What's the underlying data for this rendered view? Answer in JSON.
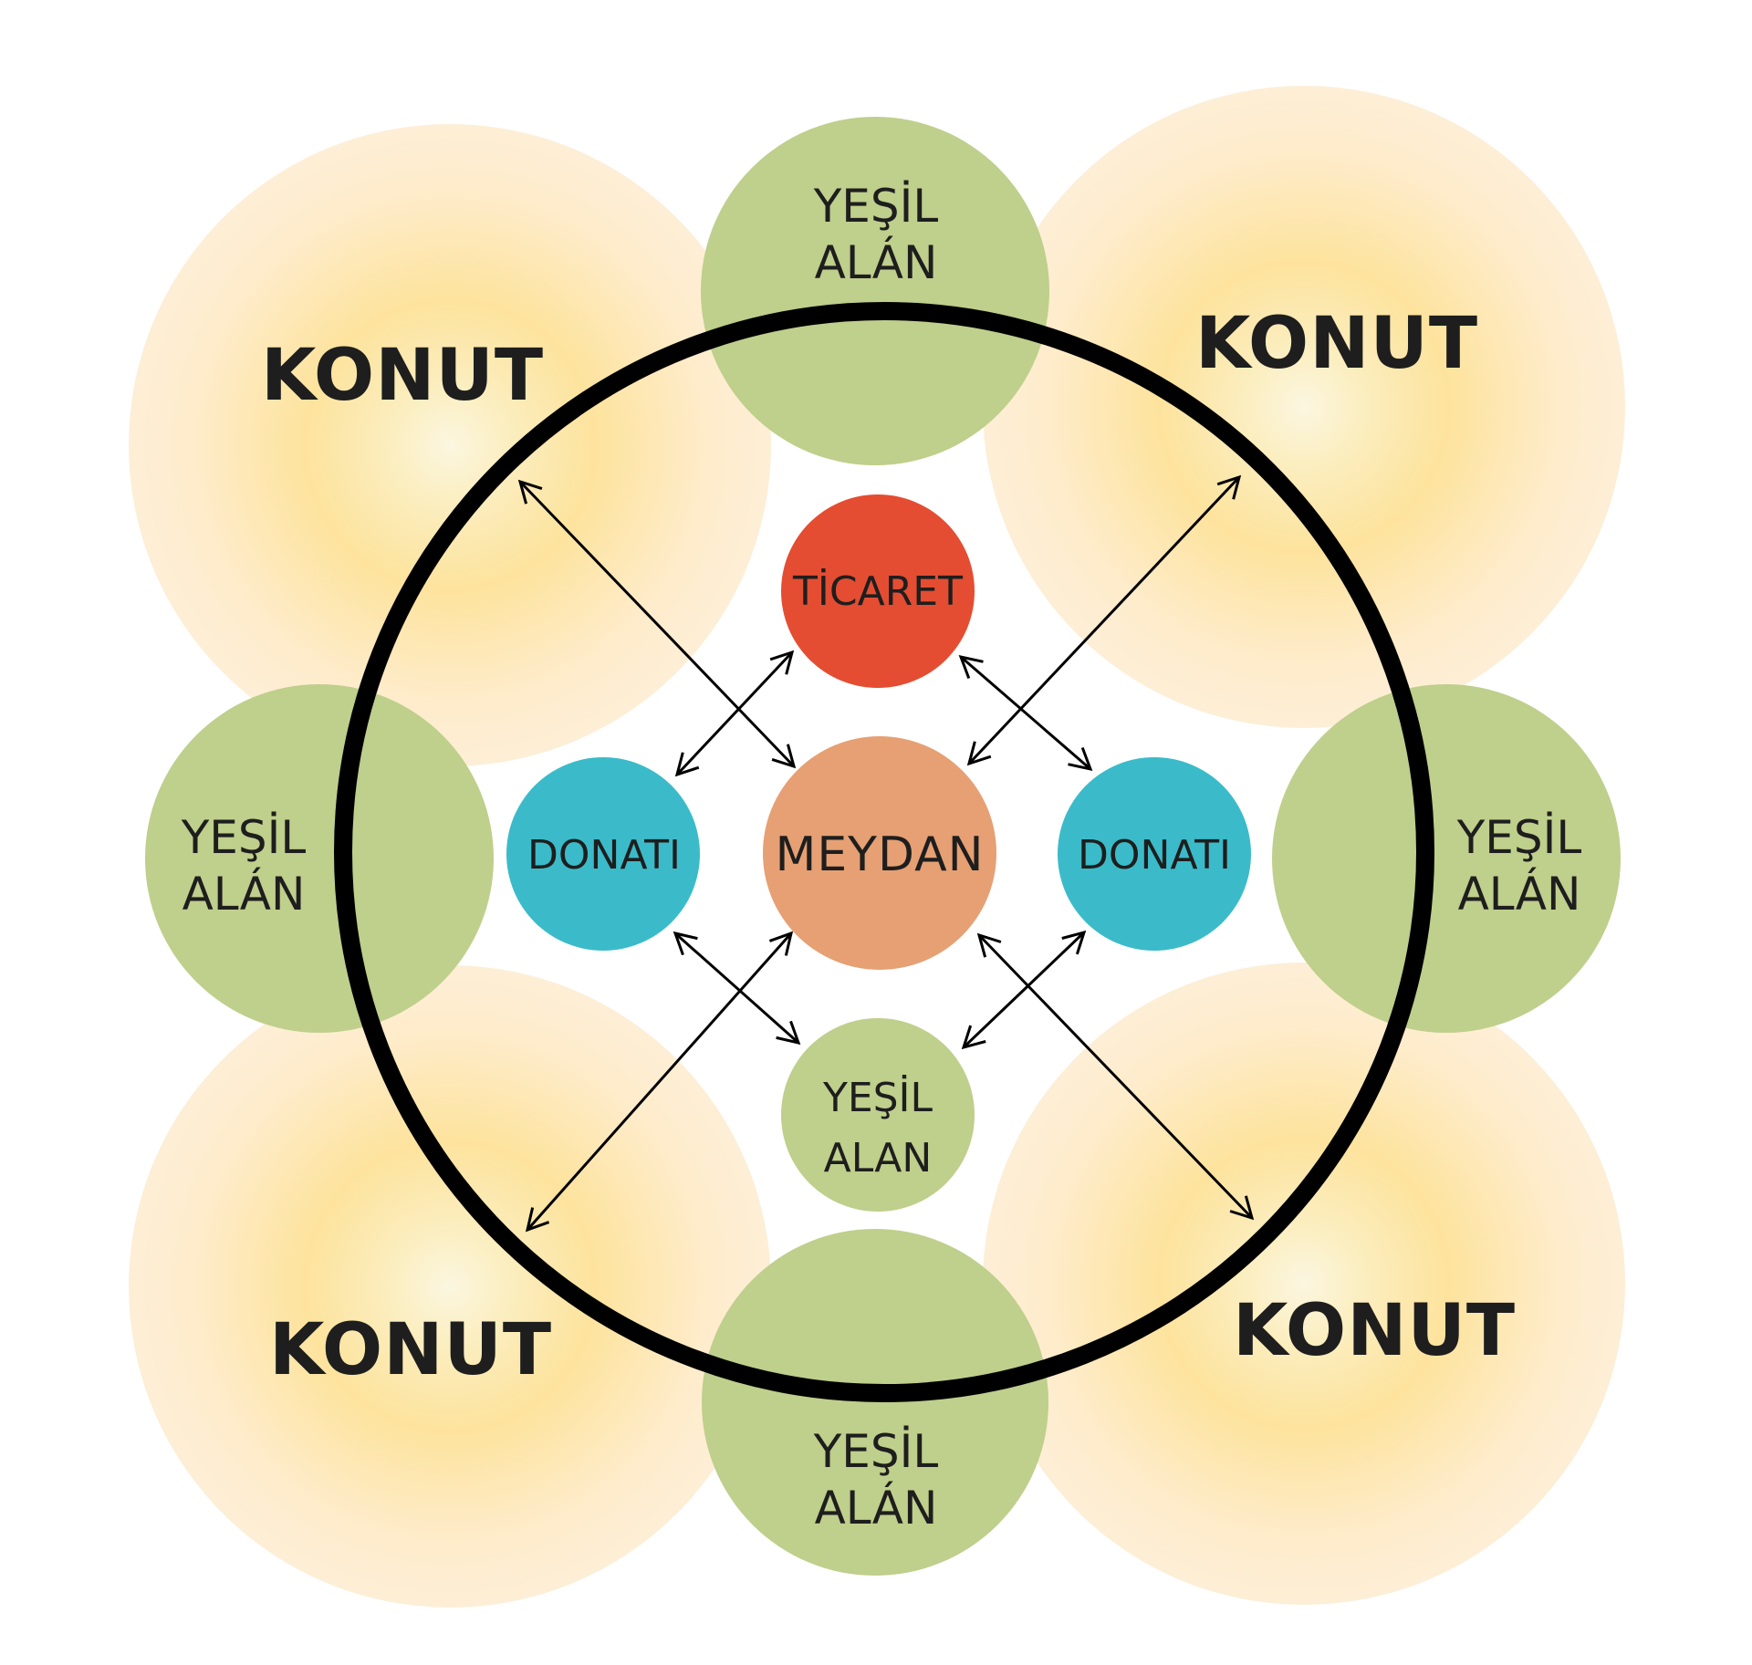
{
  "title": "Neighbourhood land-use relationship diagram",
  "colors": {
    "konut_center": "#fbf5dc",
    "konut_mid": "#fde3a0",
    "konut_edge": "#fdebd2",
    "yesil_alan": "#bfcf8c",
    "ticaret": "#e44d31",
    "meydan": "#e6a073",
    "donati": "#3bbbc9",
    "ring": "#000000",
    "text": "#1e1e1e"
  },
  "konut": {
    "top_left": "KONUT",
    "top_right": "KONUT",
    "bottom_left": "KONUT",
    "bottom_right": "KONUT"
  },
  "yesil_alan": {
    "top": {
      "line1": "YEŞİL",
      "line2": "ALÁN"
    },
    "left": {
      "line1": "YEŞİL",
      "line2": "ALÁN"
    },
    "right": {
      "line1": "YEŞİL",
      "line2": "ALÁN"
    },
    "bottom": {
      "line1": "YEŞİL",
      "line2": "ALÁN"
    },
    "inner": {
      "line1": "YEŞİL",
      "line2": "ALAN"
    }
  },
  "center": {
    "ticaret": "TİCARET",
    "meydan": "MEYDAN",
    "donati_left": "DONATI",
    "donati_right": "DONATI"
  },
  "connections": [
    {
      "from": "KONUT (top-left)",
      "to": "MEYDAN",
      "type": "bidirectional"
    },
    {
      "from": "KONUT (top-right)",
      "to": "MEYDAN",
      "type": "bidirectional"
    },
    {
      "from": "KONUT (bottom-left)",
      "to": "MEYDAN",
      "type": "bidirectional"
    },
    {
      "from": "KONUT (bottom-right)",
      "to": "MEYDAN",
      "type": "bidirectional"
    },
    {
      "from": "DONATI (left)",
      "to": "TİCARET",
      "type": "bidirectional"
    },
    {
      "from": "TİCARET",
      "to": "DONATI (right)",
      "type": "bidirectional"
    },
    {
      "from": "DONATI (left)",
      "to": "YEŞİL ALAN (inner)",
      "type": "bidirectional"
    },
    {
      "from": "DONATI (right)",
      "to": "YEŞİL ALAN (inner)",
      "type": "bidirectional"
    }
  ]
}
